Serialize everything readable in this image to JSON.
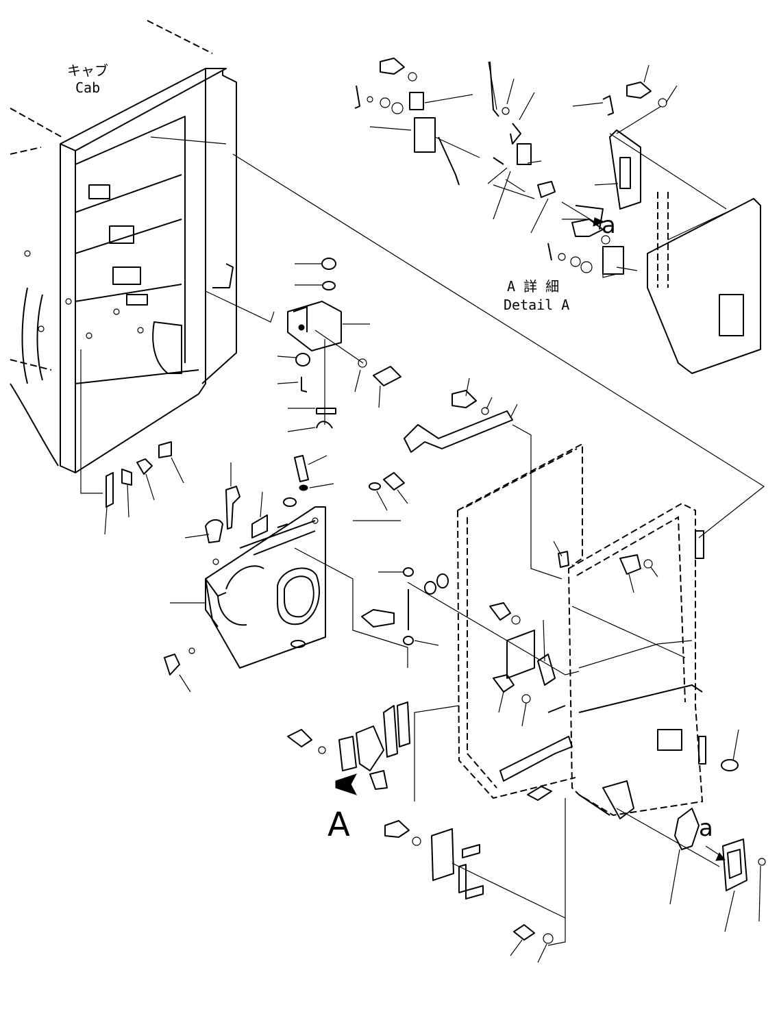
{
  "labels": {
    "cab_jp": "キャブ",
    "cab_en": "Cab",
    "detail_jp": "A 詳 細",
    "detail_en": "Detail A",
    "view_a": "A",
    "ref_a1": "a",
    "ref_a2": "a"
  }
}
